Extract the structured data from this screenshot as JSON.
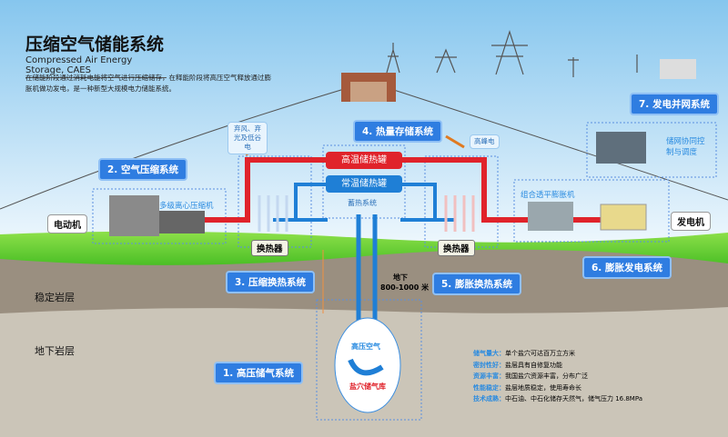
{
  "header": {
    "title": "压缩空气储能系统",
    "subtitle": "Compressed Air Energy Storage, CAES",
    "description": "在储能阶段通过消耗电能将空气进行压缩储存，在释能阶段将高压空气释放通过膨胀机做功发电，是一种新型大规模电力储能系统。"
  },
  "systems": {
    "s1": "1. 高压储气系统",
    "s2": "2. 空气压缩系统",
    "s3": "3. 压缩换热系统",
    "s4": "4. 热量存储系统",
    "s5": "5. 膨胀换热系统",
    "s6": "6. 膨胀发电系统",
    "s7": "7. 发电并网系统"
  },
  "equipment": {
    "motor": "电动机",
    "generator": "发电机",
    "compressor": "多级离心压缩机",
    "expander": "组合透平膨胀机",
    "grid_control": "储网协同控制与调度",
    "hx_left": "换热器",
    "hx_right": "换热器",
    "hot_tank": "高温储热罐",
    "cold_tank": "常温储热罐",
    "heat_storage": "蓄热系统"
  },
  "callouts": {
    "input_power": "弃风、弃光及低谷电",
    "peak_power": "高峰电"
  },
  "underground": {
    "depth_label": "地下",
    "depth_value": "800-1000 米",
    "stable_layer": "稳定岩层",
    "rock_layer": "地下岩层",
    "cavern_air": "高压空气",
    "cavern_name": "盐穴储气库"
  },
  "features": [
    {
      "key": "储气量大：",
      "value": "单个盐穴可达百万立方米"
    },
    {
      "key": "密封性好：",
      "value": "盐层具有自修复功能"
    },
    {
      "key": "资源丰富：",
      "value": "我国盐穴资源丰富，分布广泛"
    },
    {
      "key": "性能稳定：",
      "value": "盐层地质稳定，使用寿命长"
    },
    {
      "key": "技术成熟：",
      "value": "中石油、中石化储存天然气，储气压力 16.8MPa"
    }
  ],
  "colors": {
    "hot": "#e0232b",
    "cold": "#1f7fd6",
    "label": "#2f7de1",
    "grass": "#5cc832"
  }
}
